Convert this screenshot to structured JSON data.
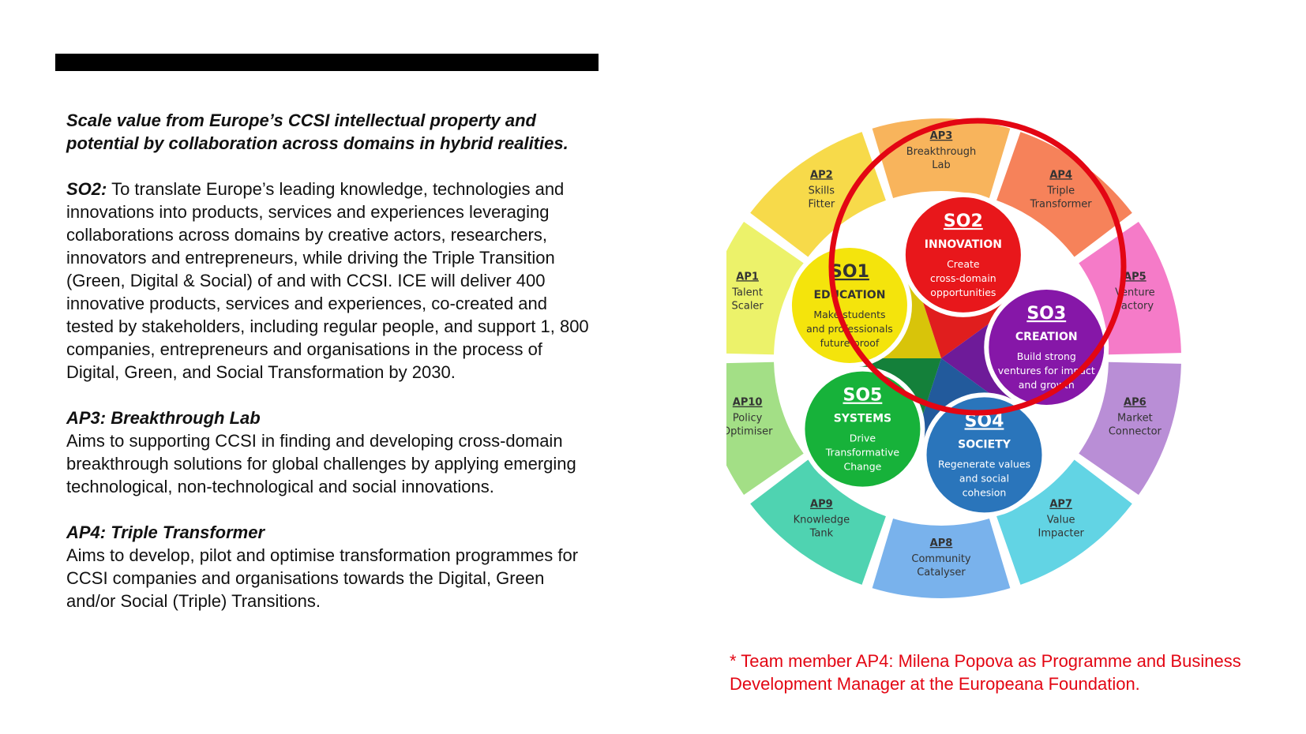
{
  "left": {
    "tagline": "Scale value from Europe’s CCSI intellectual property and potential by collaboration across domains in hybrid realities.",
    "so2_heading": "SO2:",
    "so2_body": "To translate Europe’s leading knowledge, technologies and innovations into products, services and experiences leveraging collaborations across domains by creative actors, researchers, innovators and entrepreneurs, while driving the Triple Transition (Green, Digital & Social) of and with CCSI. ICE will deliver 400 innovative products, services and experiences, co-created and tested by stakeholders, including regular people, and support 1, 800 companies, entrepreneurs and organisations in the process of Digital, Green, and Social Transformation by 2030.",
    "ap3_heading": "AP3: Breakthrough Lab",
    "ap3_body": "Aims to supporting CCSI in finding and developing cross-domain breakthrough solutions for global challenges by applying emerging technological, non-technological and social innovations.",
    "ap4_heading": "AP4: Triple Transformer",
    "ap4_body": "Aims to develop, pilot and optimise transformation programmes for CCSI companies and organisations towards the Digital, Green and/or Social (Triple) Transitions."
  },
  "footnote": "* Team member AP4: Milena Popova as Programme and Business Development Manager at the Europeana Foundation.",
  "colors": {
    "highlight": "#e30613"
  },
  "wheel": {
    "segments": [
      {
        "code": "AP1",
        "lines": [
          "Talent",
          "Scaler"
        ],
        "color": "#ecf26a"
      },
      {
        "code": "AP2",
        "lines": [
          "Skills",
          "Fitter"
        ],
        "color": "#f7da4a"
      },
      {
        "code": "AP3",
        "lines": [
          "Breakthrough",
          "Lab"
        ],
        "color": "#f8b45c"
      },
      {
        "code": "AP4",
        "lines": [
          "Triple",
          "Transformer"
        ],
        "color": "#f6825a"
      },
      {
        "code": "AP5",
        "lines": [
          "Venture",
          "Factory"
        ],
        "color": "#f57bc8"
      },
      {
        "code": "AP6",
        "lines": [
          "Market",
          "Connector"
        ],
        "color": "#b98ed6"
      },
      {
        "code": "AP7",
        "lines": [
          "Value",
          "Impacter"
        ],
        "color": "#62d4e4"
      },
      {
        "code": "AP8",
        "lines": [
          "Community",
          "Catalyser"
        ],
        "color": "#79b2ec"
      },
      {
        "code": "AP9",
        "lines": [
          "Knowledge",
          "Tank"
        ],
        "color": "#4fd3b1"
      },
      {
        "code": "AP10",
        "lines": [
          "Policy",
          "Optimiser"
        ],
        "color": "#a3df86"
      }
    ],
    "core": [
      {
        "code": "C1",
        "color": "#d8c40a"
      },
      {
        "code": "C2",
        "color": "#e01e1e"
      },
      {
        "code": "C3",
        "color": "#6e1b99"
      },
      {
        "code": "C4",
        "color": "#225a9c"
      },
      {
        "code": "C5",
        "color": "#14803a"
      }
    ],
    "objectives": [
      {
        "code": "SO1",
        "title": "EDUCATION",
        "lines": [
          "Make students",
          "and professionals",
          "future-proof"
        ],
        "color": "#f4e40c",
        "text_color": "#333333"
      },
      {
        "code": "SO2",
        "title": "INNOVATION",
        "lines": [
          "Create",
          "cross-domain",
          "opportunities"
        ],
        "color": "#e8171b",
        "text_color": "#ffffff"
      },
      {
        "code": "SO3",
        "title": "CREATION",
        "lines": [
          "Build strong",
          "ventures for impact",
          "and growth"
        ],
        "color": "#8617a8",
        "text_color": "#ffffff"
      },
      {
        "code": "SO4",
        "title": "SOCIETY",
        "lines": [
          "Regenerate values",
          "and social",
          "cohesion"
        ],
        "color": "#2a75bb",
        "text_color": "#ffffff"
      },
      {
        "code": "SO5",
        "title": "SYSTEMS",
        "lines": [
          "Drive",
          "Transformative",
          "Change"
        ],
        "color": "#17b23a",
        "text_color": "#ffffff"
      }
    ]
  }
}
